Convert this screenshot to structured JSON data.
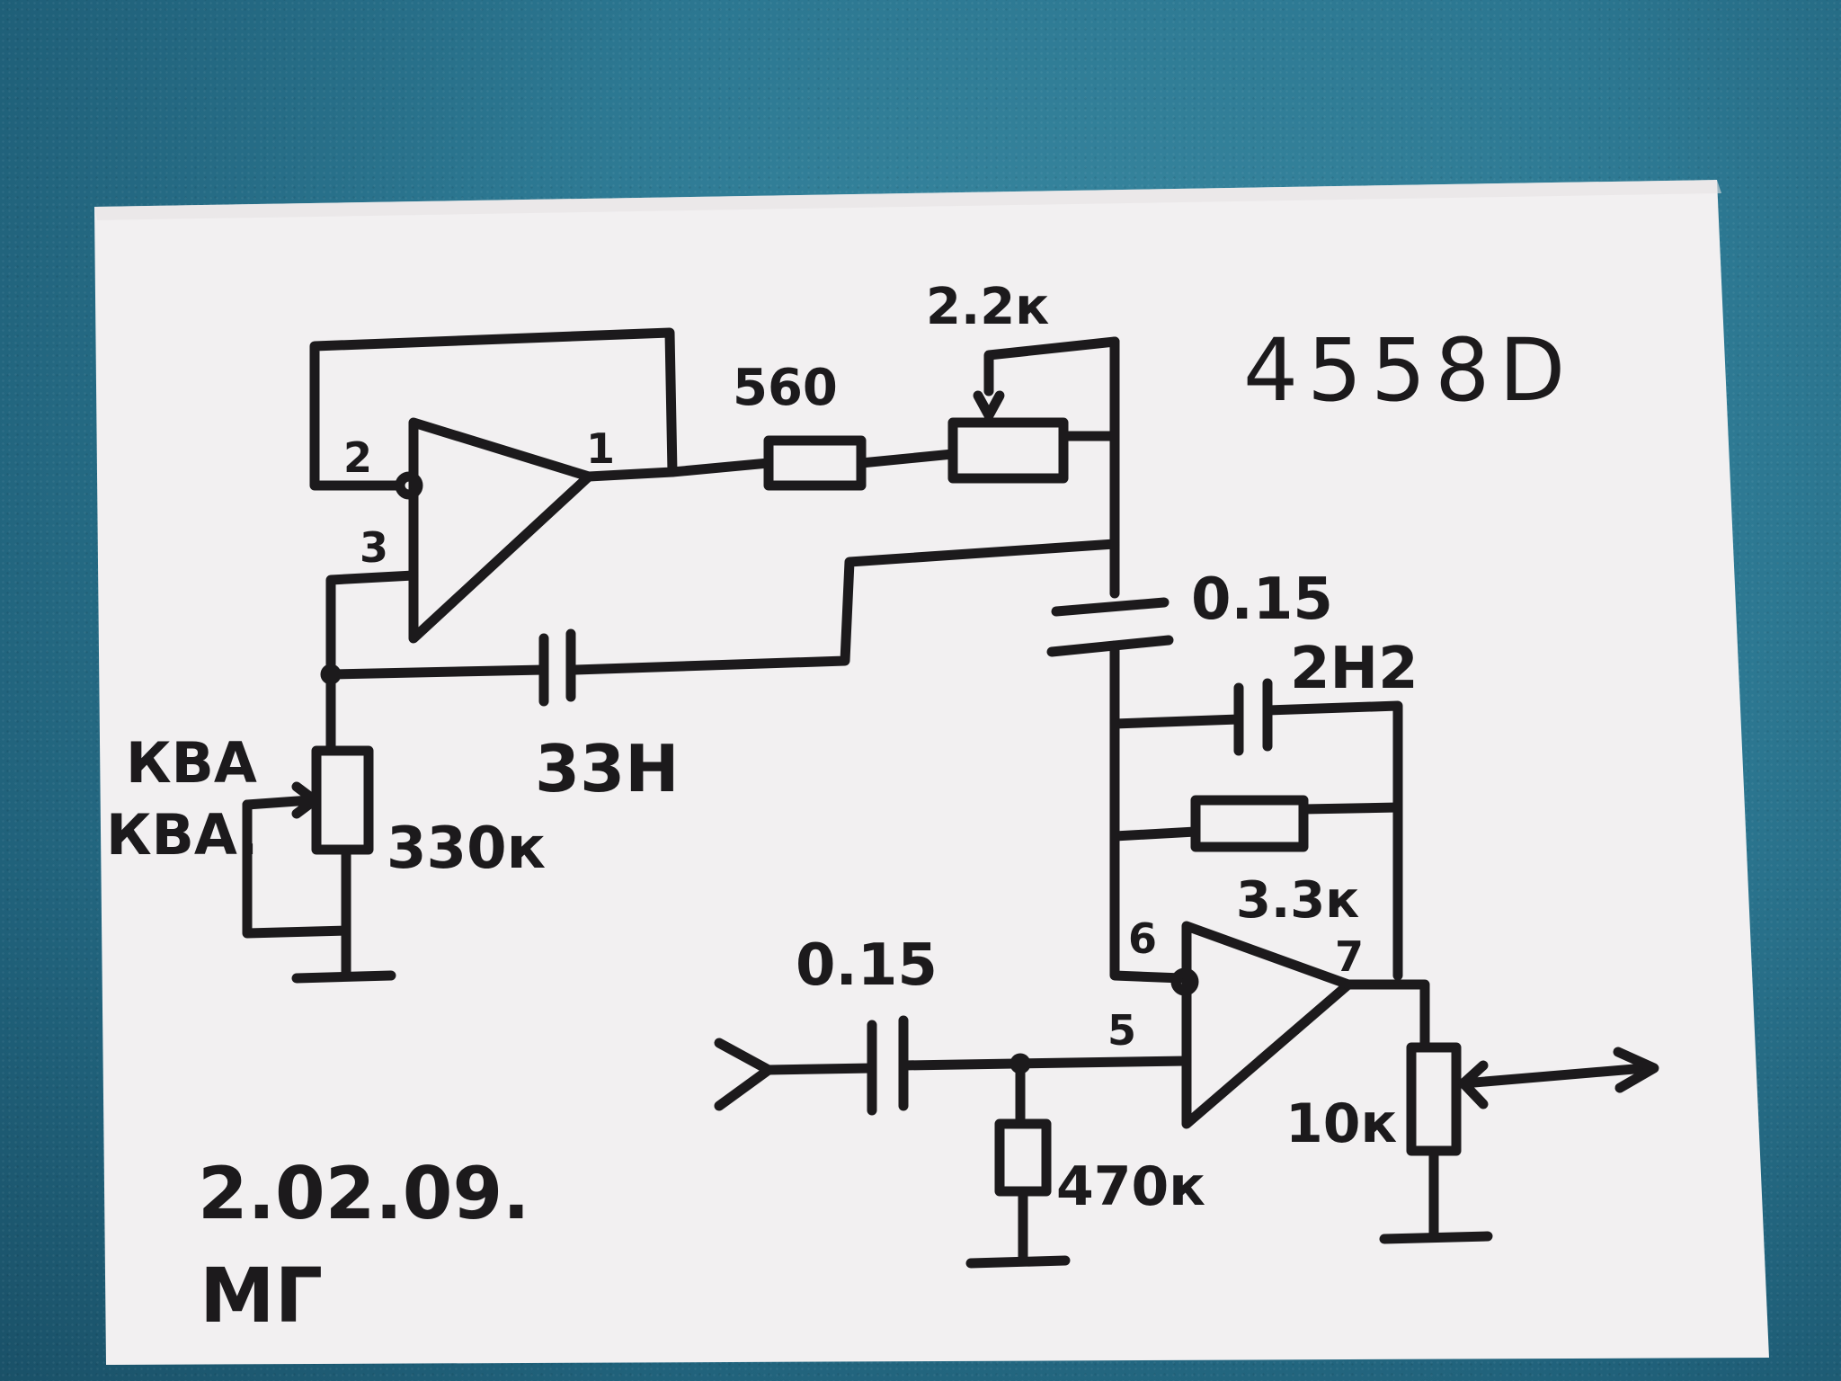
{
  "ic": "4558D",
  "pins": {
    "p1": "1",
    "p2": "2",
    "p3": "3",
    "p5": "5",
    "p6": "6",
    "p7": "7"
  },
  "components": {
    "r_560": "560",
    "pot_2_2k": "2.2к",
    "cap_0_15_top": "0.15",
    "cap_33n": "33Н",
    "cap_2n2": "2Н2",
    "r_3_3k": "3.3к",
    "cap_0_15_in": "0.15",
    "r_470k": "470к",
    "pot_10k": "10к",
    "kva_330k": "330к"
  },
  "labels": {
    "kva_1": "КВА",
    "kva_2": "КВА."
  },
  "date": "2.02.09.",
  "signature": "МГ"
}
